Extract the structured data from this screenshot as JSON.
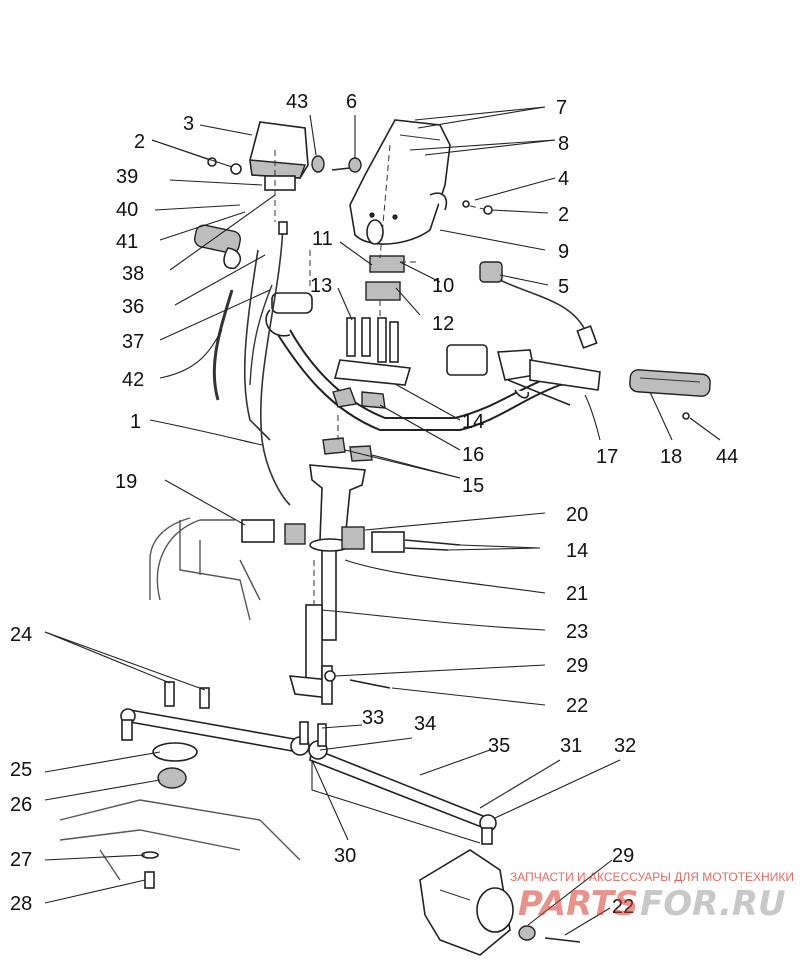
{
  "callouts": {
    "c1": "1",
    "c2a": "2",
    "c2b": "2",
    "c3": "3",
    "c4": "4",
    "c5": "5",
    "c6": "6",
    "c7": "7",
    "c8": "8",
    "c9": "9",
    "c10": "10",
    "c11": "11",
    "c12": "12",
    "c13": "13",
    "c14a": "14",
    "c14b": "14",
    "c15": "15",
    "c16": "16",
    "c17": "17",
    "c18": "18",
    "c19": "19",
    "c20": "20",
    "c21": "21",
    "c22a": "22",
    "c22b": "22",
    "c23": "23",
    "c24": "24",
    "c25": "25",
    "c26": "26",
    "c27": "27",
    "c28": "28",
    "c29a": "29",
    "c29b": "29",
    "c30": "30",
    "c31": "31",
    "c32": "32",
    "c33": "33",
    "c34": "34",
    "c35": "35",
    "c36": "36",
    "c37": "37",
    "c38": "38",
    "c39": "39",
    "c40": "40",
    "c41": "41",
    "c42": "42",
    "c43": "43",
    "c44": "44"
  },
  "watermark": {
    "tagline": "ЗАПЧАСТИ И АКСЕССУАРЫ ДЛЯ МОТОТЕХНИКИ",
    "brand_left": "PARTS",
    "brand_right": "FOR.RU"
  },
  "colors": {
    "ink": "#222222",
    "watermark_red": "#d6392c",
    "watermark_gray": "#9a9a9a"
  }
}
